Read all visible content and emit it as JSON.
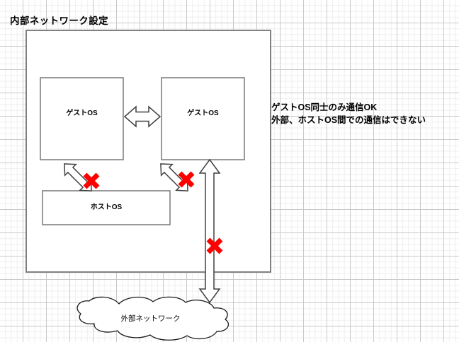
{
  "diagram": {
    "title": "内部ネットワーク設定",
    "outer_box": {
      "name": "internal-network-boundary",
      "stroke": "#808080"
    },
    "nodes": [
      {
        "id": "guest-os-left",
        "label": "ゲストOS",
        "shape": "rectangle"
      },
      {
        "id": "guest-os-right",
        "label": "ゲストOS",
        "shape": "rectangle"
      },
      {
        "id": "host-os",
        "label": "ホストOS",
        "shape": "rectangle"
      },
      {
        "id": "external-network",
        "label": "外部ネットワーク",
        "shape": "cloud"
      }
    ],
    "connectors": [
      {
        "id": "guest-to-guest",
        "from": "guest-os-left",
        "to": "guest-os-right",
        "style": "double-arrow-horizontal",
        "blocked": false
      },
      {
        "id": "guest-left-to-host",
        "from": "guest-os-left",
        "to": "host-os",
        "style": "double-arrow-diagonal",
        "blocked": true
      },
      {
        "id": "guest-right-to-host",
        "from": "guest-os-right",
        "to": "host-os",
        "style": "double-arrow-diagonal",
        "blocked": true
      },
      {
        "id": "guest-right-to-external",
        "from": "guest-os-right",
        "to": "external-network",
        "style": "double-arrow-vertical",
        "blocked": true
      }
    ],
    "blocked_marker": {
      "name": "red-x-marker",
      "glyph": "✖",
      "color": "#FF0000",
      "count": 3
    },
    "notes": {
      "line1": "ゲストOS同士のみ通信OK",
      "line2": "外部、ホストOS間での通信はできない"
    },
    "colors": {
      "shape_stroke": "#808080",
      "arrow_stroke": "#404040",
      "cloud_stroke": "#1a1a1a",
      "blocked": "#FF0000",
      "grid_minor": "#eeeeee",
      "grid_major": "#c9c9c9",
      "text": "#000000",
      "background": "#ffffff"
    }
  }
}
